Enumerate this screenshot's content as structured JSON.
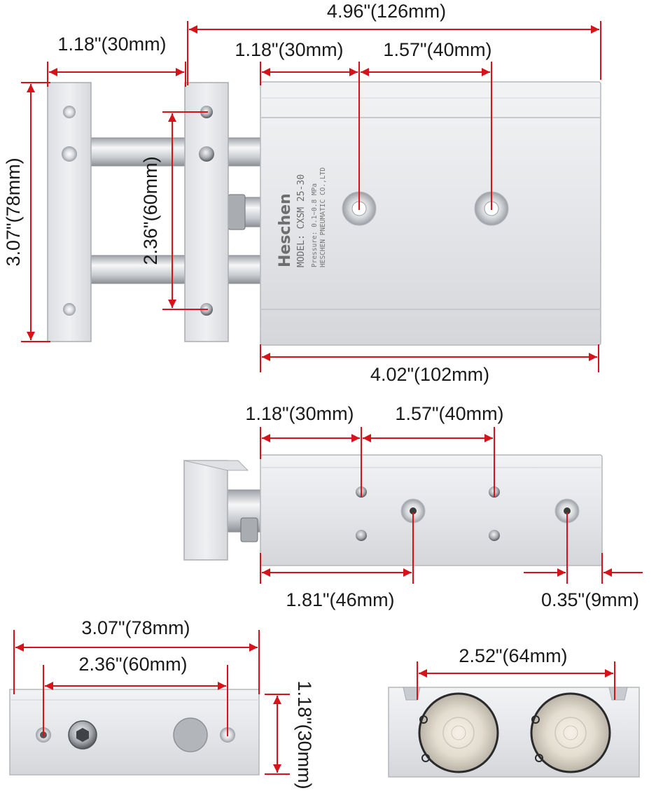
{
  "colors": {
    "dimension_line": "#d8121b",
    "metal_light": "#ecedef",
    "metal_mid": "#d5d7da",
    "metal_dark": "#a9acb1",
    "seal_ring": "#2a2a2a"
  },
  "top_view": {
    "dimensions": {
      "overall_length": "4.96\"(126mm)",
      "plate_gap": "1.18\"(30mm)",
      "port_offset": "1.18\"(30mm)",
      "port_spacing": "1.57\"(40mm)",
      "plate_height": "3.07\"(78mm)",
      "bolt_spacing": "2.36\"(60mm)",
      "body_length": "4.02\"(102mm)"
    },
    "label": {
      "brand": "Heschen",
      "model": "MODEL: CXSM 25-30",
      "pressure": "Pressure: 0.1~0.8 MPa",
      "maker": "HESCHEN PNEUMATIC CO.,LTD"
    }
  },
  "side_view": {
    "dimensions": {
      "hole_offset": "1.18\"(30mm)",
      "hole_spacing": "1.57\"(40mm)",
      "port_distance": "1.81\"(46mm)",
      "end_distance": "0.35\"(9mm)"
    }
  },
  "end_view": {
    "dimensions": {
      "width": "3.07\"(78mm)",
      "hole_spacing": "2.36\"(60mm)",
      "height": "1.18\"(30mm)"
    }
  },
  "rear_view": {
    "dimensions": {
      "bore_spacing": "2.52\"(64mm)"
    }
  }
}
